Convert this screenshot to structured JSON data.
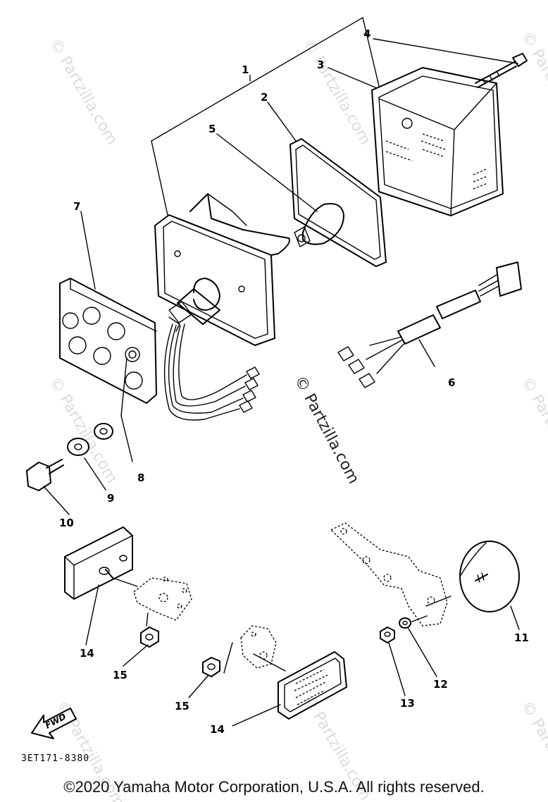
{
  "watermark": {
    "text": "© Partzilla.com",
    "color": "#dcdcdc"
  },
  "callouts": {
    "c1": "1",
    "c2": "2",
    "c3": "3",
    "c4": "4",
    "c5": "5",
    "c6": "6",
    "c7": "7",
    "c8": "8",
    "c9": "9",
    "c10": "10",
    "c11": "11",
    "c12": "12",
    "c13": "13",
    "c14a": "14",
    "c14b": "14",
    "c15a": "15",
    "c15b": "15"
  },
  "fwd_label": "FWD",
  "diagram_code": "3ET171-8380",
  "copyright": "©2020 Yamaha Motor Corporation, U.S.A. All rights reserved."
}
